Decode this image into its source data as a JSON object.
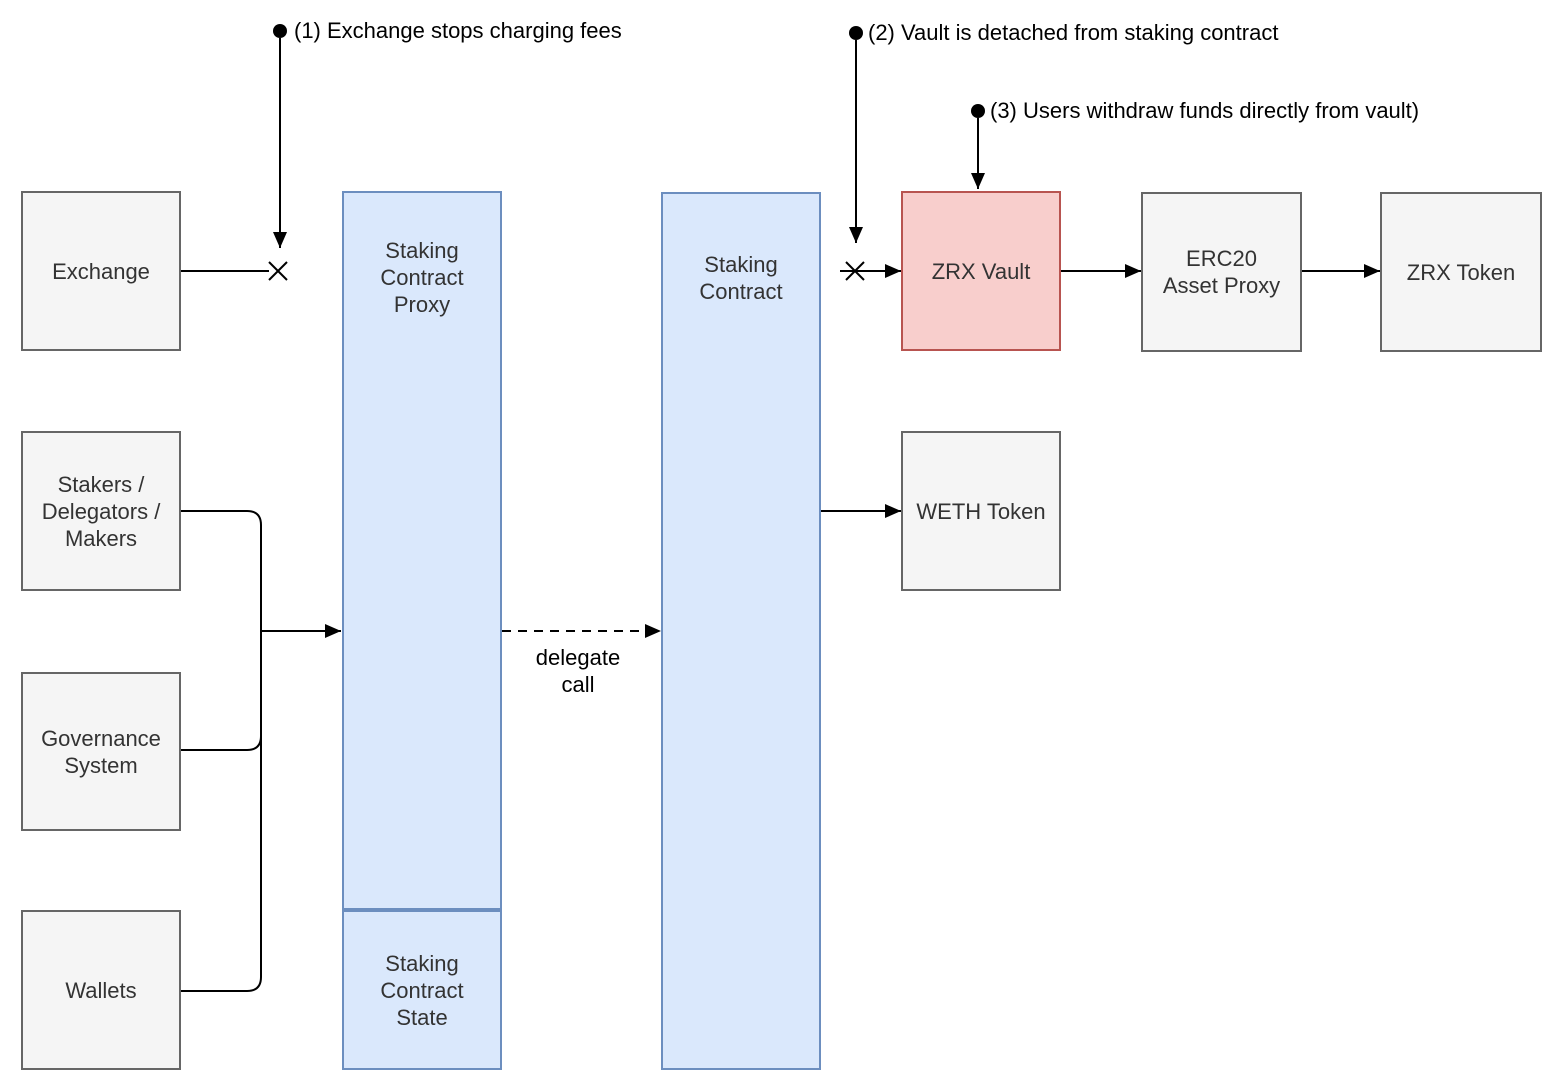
{
  "nodes": {
    "exchange": {
      "label": "Exchange"
    },
    "stakers": {
      "label": "Stakers /\nDelegators /\nMakers"
    },
    "governance": {
      "label": "Governance\nSystem"
    },
    "wallets": {
      "label": "Wallets"
    },
    "staking_contract_proxy": {
      "label": "Staking\nContract\nProxy"
    },
    "staking_contract_state": {
      "label": "Staking\nContract\nState"
    },
    "staking_contract": {
      "label": "Staking\nContract"
    },
    "zrx_vault": {
      "label": "ZRX Vault"
    },
    "erc20_asset_proxy": {
      "label": "ERC20\nAsset Proxy"
    },
    "zrx_token": {
      "label": "ZRX Token"
    },
    "weth_token": {
      "label": "WETH Token"
    }
  },
  "annotations": {
    "a1": "(1) Exchange stops charging fees",
    "a2": "(2) Vault is detached from staking contract",
    "a3": "(3) Users withdraw funds directly from vault)"
  },
  "edge_labels": {
    "delegate_call": "delegate\ncall"
  },
  "colors": {
    "blue_fill": "#dae8fc",
    "blue_border": "#6c8ebf",
    "red_fill": "#f8cecc",
    "red_border": "#b85450",
    "gray_fill": "#f5f5f5",
    "gray_border": "#666666",
    "line": "#000000",
    "label_text": "#333333"
  }
}
